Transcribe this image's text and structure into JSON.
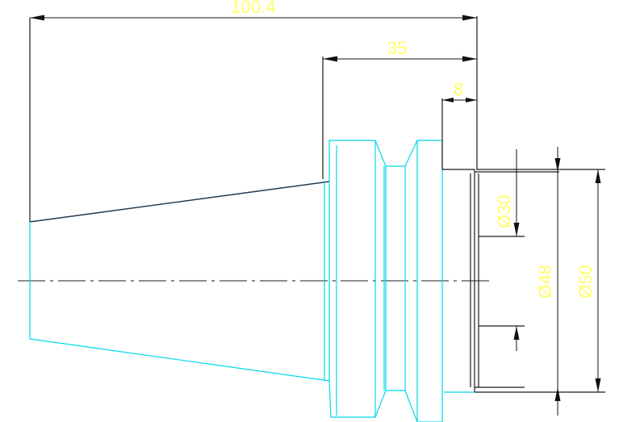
{
  "drawing": {
    "dimensions": {
      "overall_length": "100.4",
      "collar_length": "35",
      "flange_length": "8",
      "diameter_small": "Ø30",
      "diameter_mid": "Ø48",
      "diameter_large": "Ø50"
    },
    "colors": {
      "outline_primary": "#1a1a1a",
      "outline_cyan": "#00d8ec",
      "taper_edge": "#1f3a52",
      "dimension_text": "#ffff66"
    }
  }
}
